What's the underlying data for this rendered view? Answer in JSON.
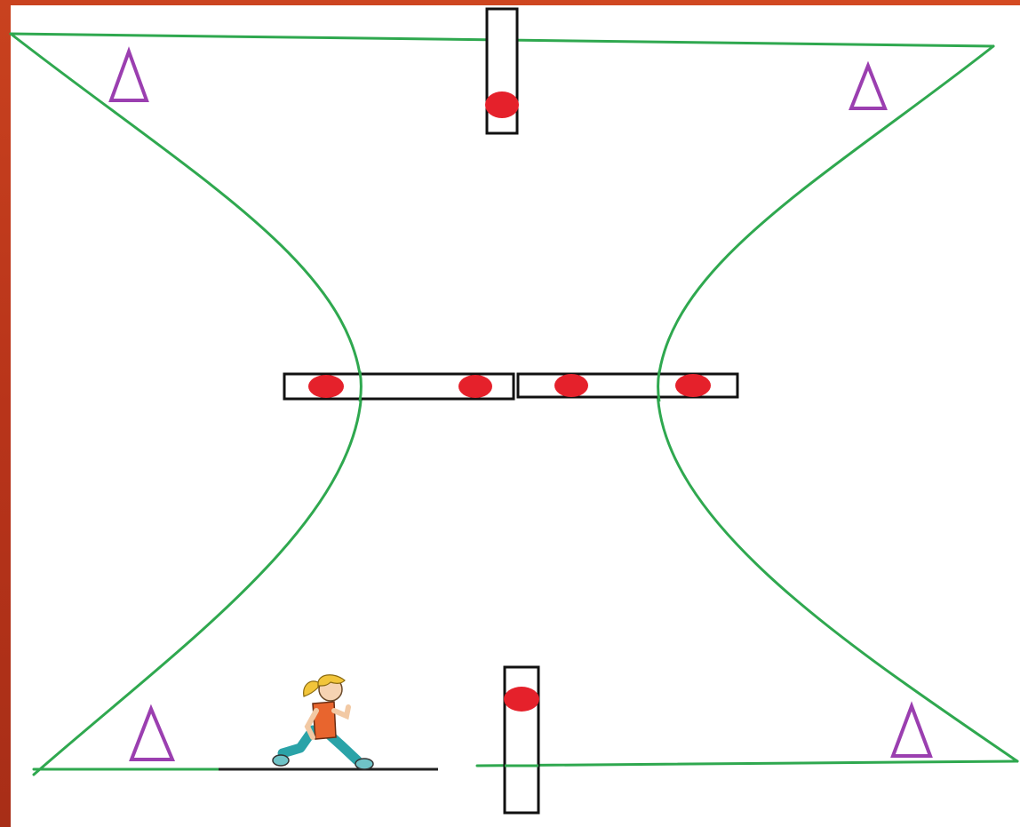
{
  "colors": {
    "frame": "#c0391b",
    "boundary_line": "#2fa84f",
    "cone": "#9b3fb0",
    "box_outline": "#111111",
    "dot": "#e5212b",
    "track": "#222222"
  },
  "icons": {
    "cone": "triangle-outline",
    "runner": "running-person"
  },
  "diagram": {
    "cones_count": 4,
    "dots_count": 6,
    "boxes": [
      "top-upright",
      "center-left-bar",
      "center-right-bar",
      "bottom-upright"
    ]
  }
}
